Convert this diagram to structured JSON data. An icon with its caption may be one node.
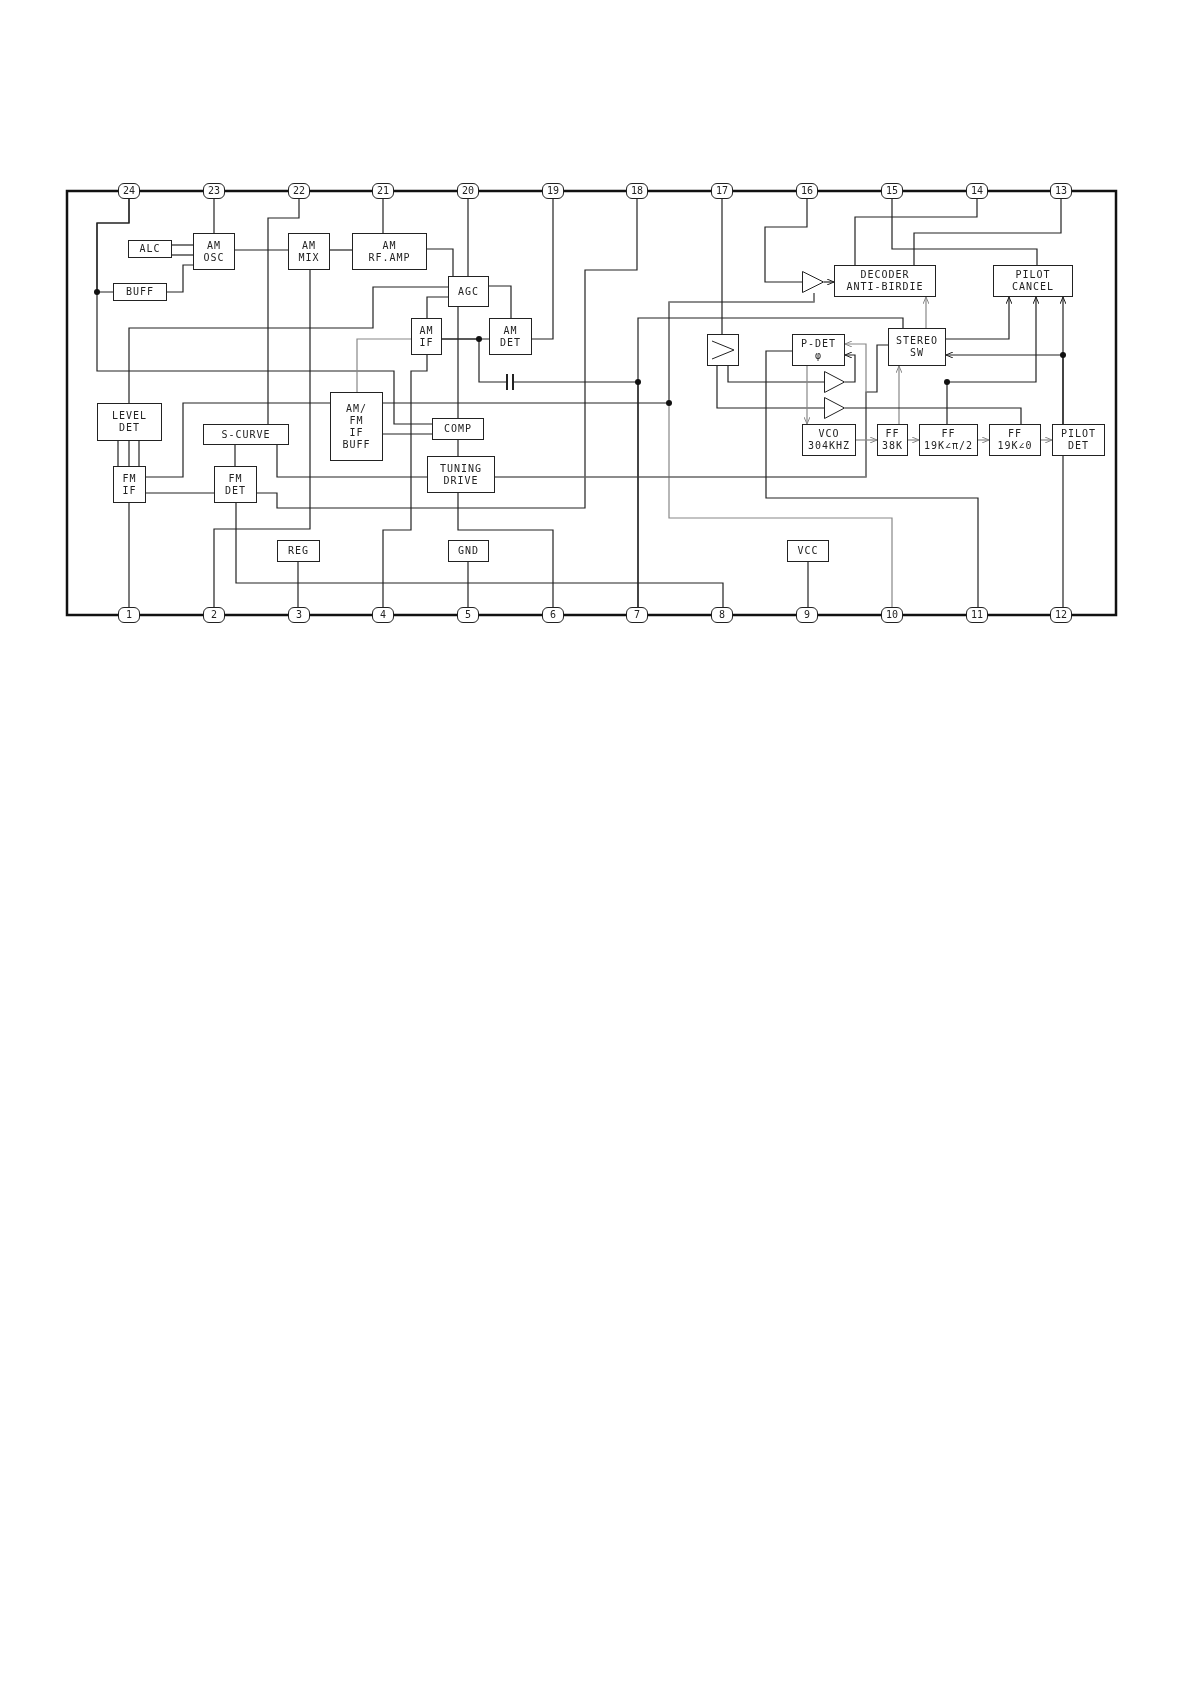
{
  "diagram": {
    "nodes": [
      {
        "text": [
          "24"
        ]
      },
      {
        "text": [
          "23"
        ]
      },
      {
        "text": [
          "22"
        ]
      },
      {
        "text": [
          "21"
        ]
      },
      {
        "text": [
          "20"
        ]
      },
      {
        "text": [
          "19"
        ]
      },
      {
        "text": [
          "18"
        ]
      },
      {
        "text": [
          "17"
        ]
      },
      {
        "text": [
          "16"
        ]
      },
      {
        "text": [
          "15"
        ]
      },
      {
        "text": [
          "14"
        ]
      },
      {
        "text": [
          "13"
        ]
      },
      {
        "text": [
          "ALC"
        ]
      },
      {
        "text": [
          "AM OSC"
        ]
      },
      {
        "text": [
          "AM MIX"
        ]
      },
      {
        "text": [
          "AM RF.AMP"
        ]
      },
      {
        "text": [
          "BUFF"
        ]
      },
      {
        "text": [
          "AGC"
        ]
      },
      {
        "text": [
          "AM IF"
        ]
      },
      {
        "text": [
          "AM DET"
        ]
      },
      {
        "text": [],
        "shape": "triangle"
      },
      {
        "text": [
          "DECODER ANTI-BIRDIE"
        ]
      },
      {
        "text": [
          "PILOT CANCEL"
        ]
      },
      {
        "text": [],
        "shape": "box"
      },
      {
        "text": [
          "P-DET φ"
        ]
      },
      {
        "text": [
          "STEREO SW"
        ]
      },
      {
        "text": [],
        "shape": "triangle"
      },
      {
        "text": [
          "AM/ FM IF BUFF"
        ]
      },
      {
        "text": [
          "LEVEL DET"
        ]
      },
      {
        "text": [
          "S-CURVE"
        ]
      },
      {
        "text": [
          "COMP"
        ]
      },
      {
        "text": [],
        "shape": "triangle"
      },
      {
        "text": [
          "VCO 304KHZ"
        ]
      },
      {
        "text": [
          "FF 38K"
        ]
      },
      {
        "text": [
          "FF 19K∠π/2"
        ]
      },
      {
        "text": [
          "FF 19K∠0"
        ]
      },
      {
        "text": [
          "PILOT DET"
        ]
      },
      {
        "text": [
          "TUNING DRIVE"
        ]
      },
      {
        "text": [
          "FM IF"
        ]
      },
      {
        "text": [
          "FM DET"
        ]
      },
      {
        "text": [
          "REG"
        ]
      },
      {
        "text": [
          "GND"
        ]
      },
      {
        "text": [
          "VCC"
        ]
      },
      {
        "text": [
          "1"
        ]
      },
      {
        "text": [
          "2"
        ]
      },
      {
        "text": [
          "3"
        ]
      },
      {
        "text": [
          "4"
        ]
      },
      {
        "text": [
          "5"
        ]
      },
      {
        "text": [
          "6"
        ]
      },
      {
        "text": [
          "7"
        ]
      },
      {
        "text": [
          "8"
        ]
      },
      {
        "text": [
          "9"
        ]
      },
      {
        "text": [
          "10"
        ]
      },
      {
        "text": [
          "11"
        ]
      },
      {
        "text": [
          "12"
        ]
      }
    ],
    "edges": [
      {
        "from": 0,
        "to": 30,
        "arrow": "none"
      },
      {
        "from": 16,
        "to": 0,
        "arrow": "none"
      },
      {
        "from": 16,
        "to": 13,
        "arrow": "none"
      },
      {
        "from": 12,
        "to": 13,
        "arrow": "none"
      },
      {
        "from": 12,
        "to": 13,
        "arrow": "none"
      },
      {
        "from": 1,
        "to": 13,
        "arrow": "none"
      },
      {
        "from": 13,
        "to": 14,
        "arrow": "none"
      },
      {
        "from": 14,
        "to": 15,
        "arrow": "none"
      },
      {
        "from": 3,
        "to": 15,
        "arrow": "none"
      },
      {
        "from": 2,
        "to": 29,
        "arrow": "none"
      },
      {
        "from": 15,
        "to": 17,
        "arrow": "none"
      },
      {
        "from": 4,
        "to": 17,
        "arrow": "none"
      },
      {
        "from": 17,
        "to": 19,
        "arrow": "none"
      },
      {
        "from": 17,
        "to": 28,
        "arrow": "none"
      },
      {
        "from": 17,
        "to": 18,
        "arrow": "none"
      },
      {
        "from": 17,
        "to": 30,
        "arrow": "none"
      },
      {
        "from": 18,
        "to": 19,
        "arrow": "none"
      },
      {
        "from": 19,
        "to": 5,
        "arrow": "none"
      },
      {
        "from": 18,
        "to": 49,
        "arrow": "none"
      },
      {
        "from": 18,
        "to": 27,
        "arrow": "none",
        "color": "#888888"
      },
      {
        "from": 18,
        "to": 46,
        "arrow": "none"
      },
      {
        "from": 14,
        "to": 44,
        "arrow": "none"
      },
      {
        "from": 28,
        "to": 38,
        "arrow": "none"
      },
      {
        "from": 28,
        "to": 38,
        "arrow": "none"
      },
      {
        "from": 28,
        "to": 38,
        "arrow": "none"
      },
      {
        "from": 38,
        "to": 27,
        "arrow": "none"
      },
      {
        "from": 27,
        "to": 20,
        "arrow": "none"
      },
      {
        "from": 52,
        "to": 20,
        "arrow": "none",
        "color": "#888888"
      },
      {
        "from": 27,
        "to": 30,
        "arrow": "none"
      },
      {
        "from": 30,
        "to": 37,
        "arrow": "none"
      },
      {
        "from": 29,
        "to": 39,
        "arrow": "none"
      },
      {
        "from": 29,
        "to": 37,
        "arrow": "none"
      },
      {
        "from": 38,
        "to": 39,
        "arrow": "none"
      },
      {
        "from": 39,
        "to": 6,
        "arrow": "none"
      },
      {
        "from": 39,
        "to": 50,
        "arrow": "none"
      },
      {
        "from": 40,
        "to": 45,
        "arrow": "none"
      },
      {
        "from": 41,
        "to": 47,
        "arrow": "none"
      },
      {
        "from": 37,
        "to": 48,
        "arrow": "none"
      },
      {
        "from": 37,
        "to": 25,
        "arrow": "none"
      },
      {
        "from": 37,
        "to": 24,
        "arrow": "to",
        "color": "#888888"
      },
      {
        "from": 7,
        "to": 23,
        "arrow": "none"
      },
      {
        "from": 23,
        "to": 26,
        "arrow": "none"
      },
      {
        "from": 23,
        "to": 31,
        "arrow": "none"
      },
      {
        "from": 26,
        "to": 24,
        "arrow": "to"
      },
      {
        "from": 24,
        "to": 32,
        "arrow": "to",
        "color": "#888888"
      },
      {
        "from": 24,
        "to": 53,
        "arrow": "none"
      },
      {
        "from": 32,
        "to": 33,
        "arrow": "to",
        "color": "#888888"
      },
      {
        "from": 33,
        "to": 34,
        "arrow": "to",
        "color": "#888888"
      },
      {
        "from": 34,
        "to": 35,
        "arrow": "to",
        "color": "#888888"
      },
      {
        "from": 35,
        "to": 36,
        "arrow": "to",
        "color": "#888888"
      },
      {
        "from": 33,
        "to": 25,
        "arrow": "to",
        "color": "#888888"
      },
      {
        "from": 34,
        "to": 22,
        "arrow": "to"
      },
      {
        "from": 31,
        "to": 35,
        "arrow": "none"
      },
      {
        "from": 36,
        "to": 25,
        "arrow": "to"
      },
      {
        "from": 36,
        "to": 22,
        "arrow": "to"
      },
      {
        "from": 36,
        "to": 54,
        "arrow": "none"
      },
      {
        "from": 25,
        "to": 22,
        "arrow": "to"
      },
      {
        "from": 25,
        "to": 21,
        "arrow": "to",
        "color": "#888888"
      },
      {
        "from": 25,
        "to": 49,
        "arrow": "none"
      },
      {
        "from": 8,
        "to": 20,
        "arrow": "none"
      },
      {
        "from": 20,
        "to": 21,
        "arrow": "to"
      },
      {
        "from": 10,
        "to": 21,
        "arrow": "none"
      },
      {
        "from": 9,
        "to": 22,
        "arrow": "none"
      },
      {
        "from": 11,
        "to": 21,
        "arrow": "none"
      },
      {
        "from": 42,
        "to": 51,
        "arrow": "none"
      },
      {
        "from": 38,
        "to": 43,
        "arrow": "none"
      }
    ]
  }
}
